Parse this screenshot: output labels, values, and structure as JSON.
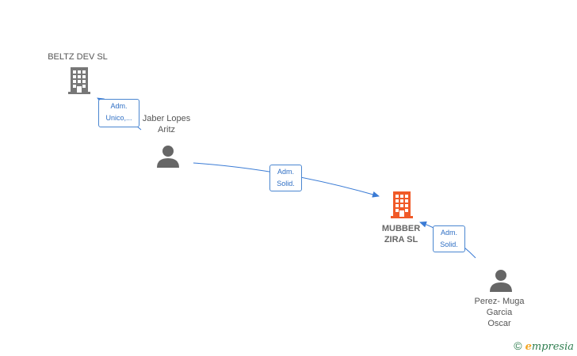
{
  "nodes": {
    "beltz": {
      "label": "BELTZ DEV  SL",
      "type": "company",
      "color": "#777777"
    },
    "jaber": {
      "label_line1": "Jaber Lopes",
      "label_line2": "Aritz",
      "type": "person",
      "color": "#666666"
    },
    "mubber": {
      "label_line1": "MUBBER",
      "label_line2": "ZIRA  SL",
      "type": "company",
      "color": "#f05a28"
    },
    "perez": {
      "label_line1": "Perez- Muga",
      "label_line2": "Garcia",
      "label_line3": "Oscar",
      "type": "person",
      "color": "#666666"
    }
  },
  "edges": {
    "e1": {
      "line1": "Adm.",
      "line2": "Unico,..."
    },
    "e2": {
      "line1": "Adm.",
      "line2": "Solid."
    },
    "e3": {
      "line1": "Adm.",
      "line2": "Solid."
    }
  },
  "edge_color": "#3a7bd5",
  "watermark": {
    "symbol": "©",
    "brand_first": "e",
    "brand_rest": "mpresia"
  }
}
